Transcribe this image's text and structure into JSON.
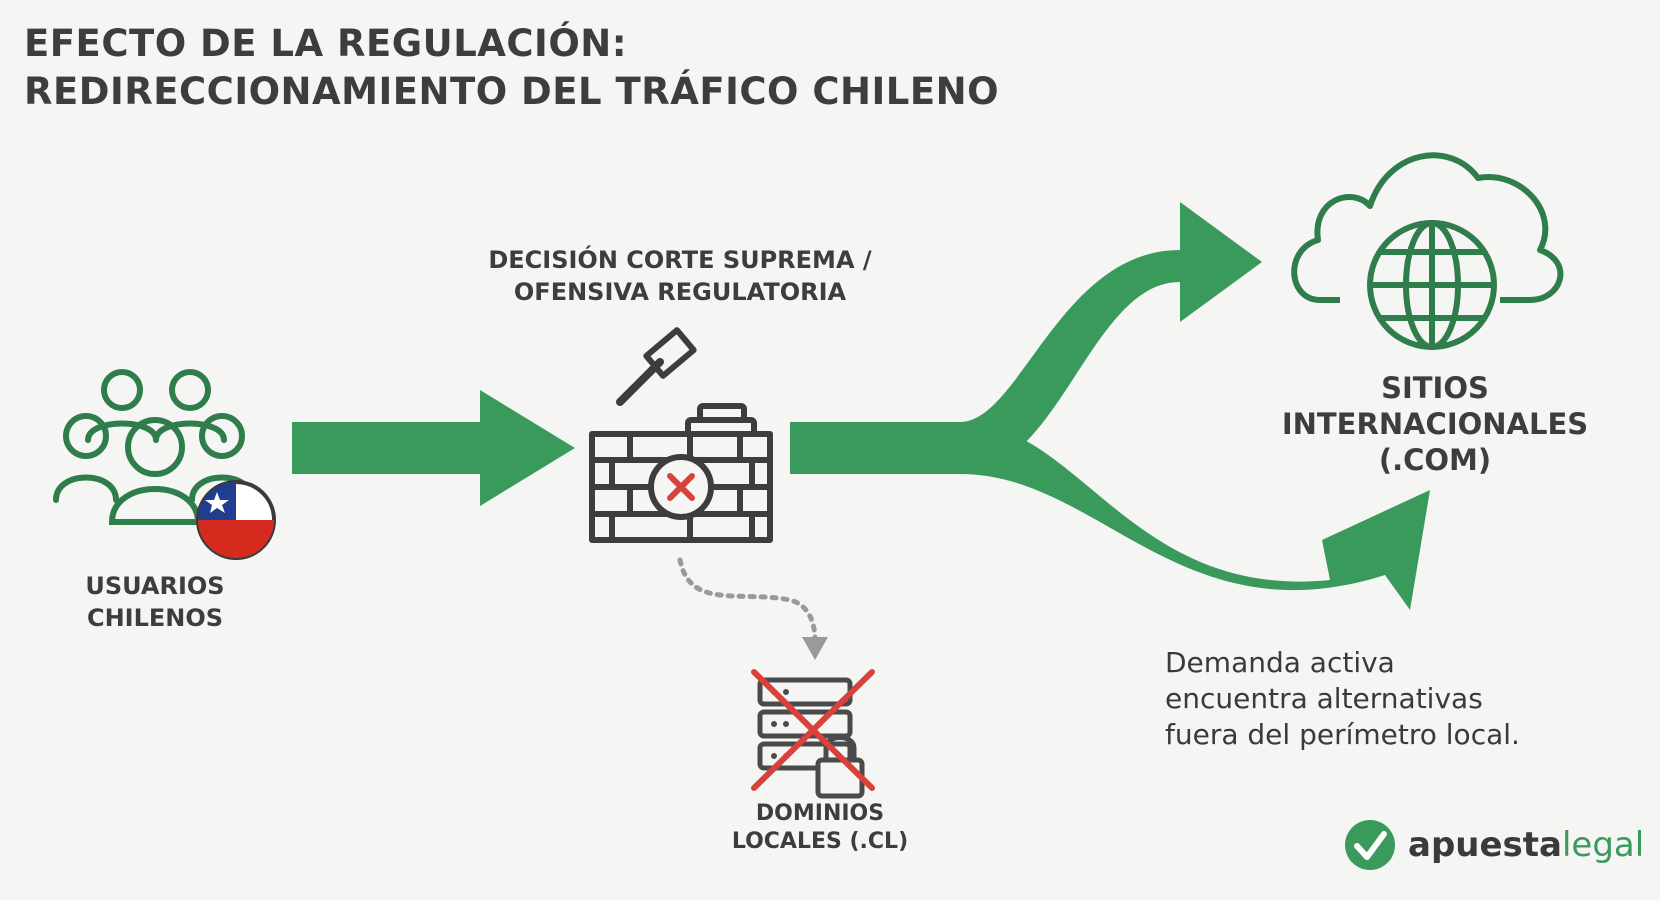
{
  "title": {
    "line1": "EFECTO DE LA REGULACIÓN:",
    "line2": "REDIRECCIONAMIENTO DEL TRÁFICO CHILENO"
  },
  "nodes": {
    "users": {
      "line1": "USUARIOS",
      "line2": "CHILENOS",
      "icon": "users-group-icon",
      "badge": "chile-flag-icon"
    },
    "court": {
      "line1": "DECISIÓN CORTE SUPREMA /",
      "line2": "OFENSIVA REGULATORIA",
      "icon": "gavel-firewall-icon"
    },
    "sites": {
      "line1": "SITIOS",
      "line2": "INTERNACIONALES",
      "line3": "(.COM)",
      "icon": "cloud-globe-icon"
    },
    "domains": {
      "line1": "DOMINIOS",
      "line2": "LOCALES (.CL)",
      "icon": "blocked-server-icon"
    }
  },
  "note": {
    "line1": "Demanda activa",
    "line2": "encuentra alternativas",
    "line3": "fuera del perímetro local."
  },
  "brand": {
    "part1": "apuesta",
    "part2": "legal",
    "icon": "check-logo-icon"
  },
  "colors": {
    "accent": "#3a9a5c",
    "text": "#3d3d3d",
    "blocked": "#d9423a",
    "background": "#f5f5f4"
  }
}
